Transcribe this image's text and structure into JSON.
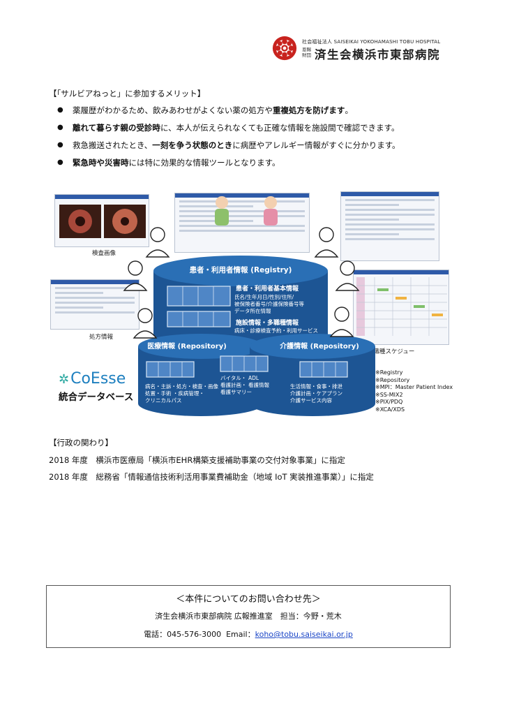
{
  "header": {
    "org_small": "社会福祉法人 SAISEIKAI YOKOHAMASHI TOBU HOSPITAL",
    "org_tag": "恩賜財団",
    "hospital_name": "済生会横浜市東部病院"
  },
  "merit": {
    "heading": "【「サルビアねっと」に参加するメリット】",
    "bullet": "●",
    "items": [
      {
        "pre": "薬履歴がわかるため、飲みあわせがよくない薬の処方や",
        "bold": "重複処方を防げます",
        "post": "。"
      },
      {
        "pre": "",
        "bold": "離れて暮らす親の受診時",
        "post": "に、本人が伝えられなくても正確な情報を施設間で確認できます。"
      },
      {
        "pre": "救急搬送されたとき、",
        "bold": "一刻を争う状態のとき",
        "post": "に病歴やアレルギー情報がすぐに分かります。"
      },
      {
        "pre": "",
        "bold": "緊急時や災害時",
        "post": "には特に効果的な情報ツールとなります。"
      }
    ]
  },
  "diagram": {
    "captions": {
      "inspection": "検査画像",
      "prescription": "処方情報",
      "schedule_line1": "統合多職種スケジュー",
      "schedule_line2": "ル"
    },
    "registry": {
      "title": "患者・利用者情報 (Registry)",
      "basic_title": "患者・利用者基本情報",
      "basic_l1": "氏名/生年月日/性別/住所/",
      "basic_l2": "被保険者番号/介護保険番号等",
      "basic_l3": "データ所在情報",
      "facility_title": "施設情報・多職種情報",
      "facility_l1": "病床・診療検査予約・利用サービス"
    },
    "medical": {
      "title": "医療情報 (Repository)",
      "l1": "病名・主訴・処方・検査・画像",
      "l2": "処置・手術 ・疾病管理・",
      "l3": "クリニカルパス"
    },
    "care": {
      "title": "介護情報 (Repository)",
      "l1": "生活情報・食事・排泄",
      "l2": "介護計画・ケアプラン",
      "l3": "介護サービス内容"
    },
    "shared": {
      "l1a": "バイタル・",
      "l1b": "ADL",
      "l2a": "看護計画・",
      "l2b": "看護情報",
      "l3": "看護サマリー"
    },
    "coesse_brand": "CoEsse",
    "coesse_sub": "統合データベース",
    "notes": [
      "※Registry",
      "※Repository",
      "※MPI：Master Patient Index",
      "※SS-MIX2",
      "※PIX/PDQ",
      "※XCA/XDS"
    ]
  },
  "gov": {
    "heading": "【行政の関わり】",
    "lines": [
      "2018 年度　横浜市医療局「横浜市EHR構築支援補助事業の交付対象事業」に指定",
      "2018 年度　総務省「情報通信技術利活用事業費補助金（地域 IoT 実装推進事業）」に指定"
    ]
  },
  "contact": {
    "title": "＜本件についてのお問い合わせ先＞",
    "line1": "済生会横浜市東部病院 広報推進室　担当：今野・荒木",
    "phone": "電話：045-576-3000",
    "email_label": "Email：",
    "email": "koho@tobu.saiseikai.or.jp"
  },
  "colors": {
    "cylinder": "#1d5594",
    "cylinder_top": "#2a6fb5",
    "accent_text": "#ffffff",
    "email_link": "#1b46c7"
  }
}
